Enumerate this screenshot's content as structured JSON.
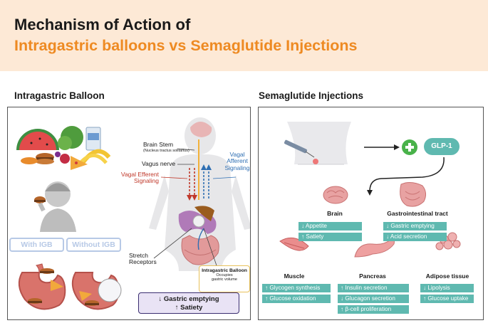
{
  "header": {
    "title_line1": "Mechanism of Action of",
    "title_line2": "Intragastric balloons vs Semaglutide Injections"
  },
  "left": {
    "section_title": "Intragastric Balloon",
    "brain_stem": "Brain Stem",
    "brain_stem_sub": "(Nucleus tractus solitarius)",
    "vagus_nerve": "Vagus nerve",
    "vagal_efferent": [
      "Vagal Efferent",
      "Signaling"
    ],
    "vagal_afferent": [
      "Vagal",
      "Afferent",
      "Signaling"
    ],
    "stretch_receptors": [
      "Stretch",
      "Receptors"
    ],
    "balloon_label_title": "Intragastric Balloon",
    "balloon_label_sub": [
      "Occupies",
      "gastric volume"
    ],
    "with_igb": "With IGB",
    "without_igb": "Without IGB",
    "effect_line1": "↓ Gastric emptying",
    "effect_line2": "↑ Satiety",
    "colors": {
      "efferent": "#c0392b",
      "afferent": "#2f6fb3",
      "pill": "#b7c9e6",
      "effect_box": "#e9e3f5"
    }
  },
  "right": {
    "section_title": "Semaglutide Injections",
    "glp1": "GLP-1",
    "plus_icon": "plus-icon",
    "organs": {
      "brain": {
        "label": "Brain",
        "effects": [
          "↓ Appetite",
          "↑ Satiety"
        ]
      },
      "gi": {
        "label": "Gastrointestinal tract",
        "effects": [
          "↓ Gastric emptying",
          "↓ Acid secretion"
        ]
      },
      "muscle": {
        "label": "Muscle",
        "effects": [
          "↑ Glycogen synthesis",
          "↑ Glucose oxidation"
        ]
      },
      "pancreas": {
        "label": "Pancreas",
        "effects": [
          "↑ Insulin secretion",
          "↓ Glucagon secretion",
          "↑ β-cell proliferation"
        ]
      },
      "adipose": {
        "label": "Adipose tissue",
        "effects": [
          "↓ Lipolysis",
          "↑ Glucose uptake"
        ]
      }
    },
    "colors": {
      "effect_box": "#5fb9b0",
      "glp1": "#5fb9b0",
      "plus": "#49b24a"
    }
  }
}
